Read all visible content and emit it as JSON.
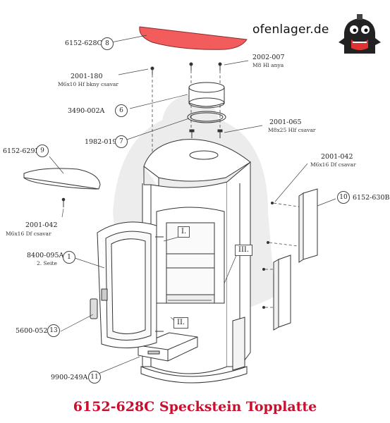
{
  "brand": {
    "name": "ofenlager.de"
  },
  "caption": "6152-628C Speckstein Topplatte",
  "highlight_color": "#f25c5c",
  "caption_color": "#c8102e",
  "parts": [
    {
      "code": "6152-628C",
      "num": "8"
    },
    {
      "code": "2002-007",
      "desc": "M8 Hl anya"
    },
    {
      "code": "2001-180",
      "desc": "M6x10 Hf bkny csavar"
    },
    {
      "code": "3490-002A",
      "num": "6"
    },
    {
      "code": "1982-019",
      "num": "7"
    },
    {
      "code": "2001-065",
      "desc": "M8x25 Hlf csavar"
    },
    {
      "code": "6152-629B",
      "num": "9"
    },
    {
      "code": "2001-042",
      "desc": "M6x16 Df csavar"
    },
    {
      "code": "6152-630B",
      "num": "10"
    },
    {
      "code": "2001-042",
      "desc": "M6x16 Df csavar"
    },
    {
      "code": "8400-095A",
      "num": "1",
      "desc": "2. Seite"
    },
    {
      "code": "5600-052",
      "num": "13"
    },
    {
      "code": "9900-249A",
      "num": "11"
    }
  ],
  "roman_labels": [
    "I.",
    "II.",
    "III."
  ]
}
